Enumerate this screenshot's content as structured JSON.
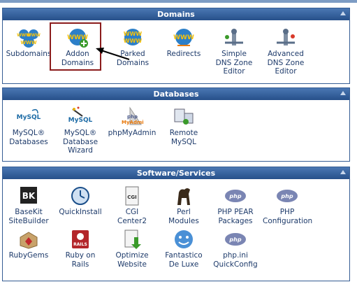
{
  "sections": {
    "domains": {
      "title": "Domains",
      "items": [
        {
          "label1": "Subdomains",
          "label2": "",
          "label3": "",
          "icon": "subdomains-icon"
        },
        {
          "label1": "Addon",
          "label2": "Domains",
          "label3": "",
          "icon": "addon-domains-icon"
        },
        {
          "label1": "Parked",
          "label2": "Domains",
          "label3": "",
          "icon": "parked-domains-icon"
        },
        {
          "label1": "Redirects",
          "label2": "",
          "label3": "",
          "icon": "redirects-icon"
        },
        {
          "label1": "Simple",
          "label2": "DNS Zone",
          "label3": "Editor",
          "icon": "simple-dns-icon"
        },
        {
          "label1": "Advanced",
          "label2": "DNS Zone",
          "label3": "Editor",
          "icon": "advanced-dns-icon"
        }
      ]
    },
    "databases": {
      "title": "Databases",
      "items": [
        {
          "label1": "MySQL®",
          "label2": "Databases",
          "label3": "",
          "icon": "mysql-icon"
        },
        {
          "label1": "MySQL®",
          "label2": "Database",
          "label3": "Wizard",
          "icon": "mysql-wizard-icon"
        },
        {
          "label1": "phpMyAdmin",
          "label2": "",
          "label3": "",
          "icon": "phpmyadmin-icon"
        },
        {
          "label1": "Remote",
          "label2": "MySQL",
          "label3": "",
          "icon": "remote-mysql-icon"
        }
      ]
    },
    "software": {
      "title": "Software/Services",
      "items": [
        {
          "label1": "BaseKit",
          "label2": "SiteBuilder",
          "label3": "",
          "icon": "basekit-icon"
        },
        {
          "label1": "QuickInstall",
          "label2": "",
          "label3": "",
          "icon": "quickinstall-icon"
        },
        {
          "label1": "CGI",
          "label2": "Center2",
          "label3": "",
          "icon": "cgi-icon"
        },
        {
          "label1": "Perl",
          "label2": "Modules",
          "label3": "",
          "icon": "perl-icon"
        },
        {
          "label1": "PHP PEAR",
          "label2": "Packages",
          "label3": "",
          "icon": "php-pear-icon"
        },
        {
          "label1": "PHP",
          "label2": "Configuration",
          "label3": "",
          "icon": "php-config-icon"
        },
        {
          "label1": "RubyGems",
          "label2": "",
          "label3": "",
          "icon": "rubygems-icon"
        },
        {
          "label1": "Ruby on",
          "label2": "Rails",
          "label3": "",
          "icon": "rails-icon"
        },
        {
          "label1": "Optimize",
          "label2": "Website",
          "label3": "",
          "icon": "optimize-icon"
        },
        {
          "label1": "Fantastico",
          "label2": "De Luxe",
          "label3": "",
          "icon": "fantastico-icon"
        },
        {
          "label1": "php.ini",
          "label2": "QuickConfig",
          "label3": "",
          "icon": "phpini-icon"
        }
      ]
    }
  },
  "icon_text": {
    "www": "WWW",
    "mysql": "MySQL",
    "php": "php",
    "my_admin": "MyAdmin",
    "basekit": "BK",
    "cgi": "CGI",
    "rails": "RAILS"
  },
  "colors": {
    "header_bg": "#2f5a96",
    "text": "#1d3a6a",
    "highlight_border": "#8b1c1c"
  }
}
